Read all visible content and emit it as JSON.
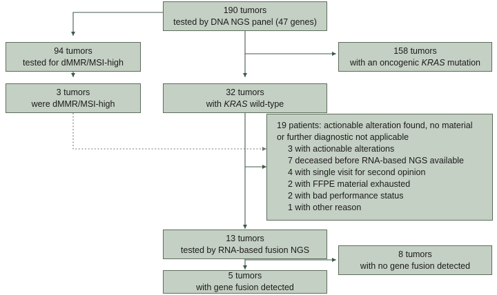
{
  "diagram": {
    "title": "Molecular diagnostic workflow flowchart",
    "colors": {
      "node_fill": "#c5d0c4",
      "node_border": "#5a6b5a",
      "edge": "#3f5a48",
      "text": "#1a1a1a"
    },
    "nodes": {
      "cohort": {
        "line1": "190 tumors",
        "line2_pre": "tested by DNA NGS panel (47 genes)"
      },
      "mmr_tested": {
        "line1": "94 tumors",
        "line2": "tested for dMMR/MSI-high"
      },
      "kras_mutated": {
        "line1": "158 tumors",
        "line2_pre": "with an oncogenic ",
        "line2_gene": "KRAS",
        "line2_post": " mutation"
      },
      "mmr_high": {
        "line1": "3 tumors",
        "line2": "were dMMR/MSI-high"
      },
      "kras_wildtype": {
        "line1": "32 tumors",
        "line2_pre": "with ",
        "line2_gene": "KRAS",
        "line2_post": " wild-type"
      },
      "excluded": {
        "heading1": "19 patients: actionable alteration found, no material",
        "heading2": "or further diagnostic not applicable",
        "reasons": [
          "3 with actionable alterations",
          "7 deceased before RNA-based NGS available",
          "4 with single visit for second opinion",
          "2 with FFPE material exhausted",
          "2 with bad performance status",
          "1 with other reason"
        ]
      },
      "fusion_tested": {
        "line1": "13 tumors",
        "line2": "tested by RNA-based fusion NGS"
      },
      "no_fusion": {
        "line1": "8 tumors",
        "line2": "with no gene fusion detected"
      },
      "fusion_detected": {
        "line1": "5 tumors",
        "line2": "with gene fusion detected"
      }
    }
  }
}
